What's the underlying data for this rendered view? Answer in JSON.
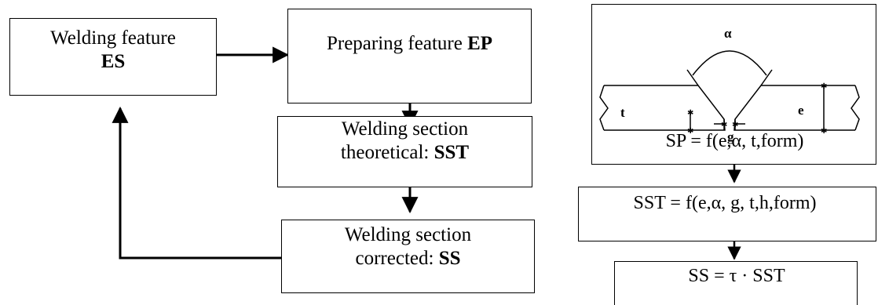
{
  "flowchart": {
    "welding_feature": {
      "text": "Welding feature",
      "code": "ES"
    },
    "preparing_feature": {
      "text": "Preparing feature",
      "code": "EP"
    },
    "section_theoretical": {
      "line1": "Welding section",
      "line2": "theoretical:",
      "code": "SST"
    },
    "section_corrected": {
      "line1": "Welding section",
      "line2": "corrected:",
      "code": "SS"
    }
  },
  "formulas": {
    "sp": "SP = f(e,α, t,form)",
    "sst": "SST = f(e,α, g, t,h,form)",
    "ss": "SS = τ · SST"
  },
  "joint_diagram": {
    "angle_label": "α",
    "thickness_label": "e",
    "t_label": "t",
    "gap_label": "g"
  }
}
